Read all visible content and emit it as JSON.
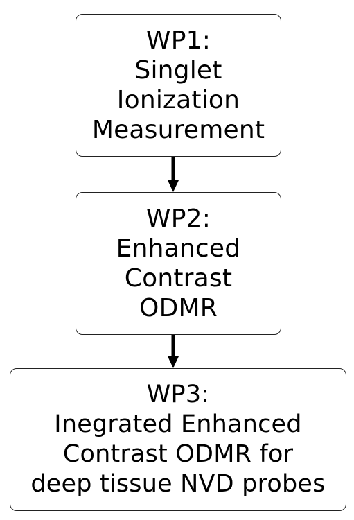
{
  "diagram": {
    "nodes": [
      {
        "id": "wp1",
        "lines": [
          "WP1:",
          "Singlet",
          "Ionization",
          "Measurement"
        ]
      },
      {
        "id": "wp2",
        "lines": [
          "WP2:",
          "Enhanced",
          "Contrast",
          "ODMR"
        ]
      },
      {
        "id": "wp3",
        "lines": [
          "WP3:",
          "Inegrated Enhanced",
          "Contrast ODMR for",
          "deep tissue NVD probes"
        ]
      }
    ],
    "edges": [
      {
        "from": "wp1",
        "to": "wp2"
      },
      {
        "from": "wp2",
        "to": "wp3"
      }
    ]
  },
  "colors": {
    "border": "#222222",
    "arrow": "#000000",
    "text": "#000000",
    "background": "#ffffff"
  }
}
